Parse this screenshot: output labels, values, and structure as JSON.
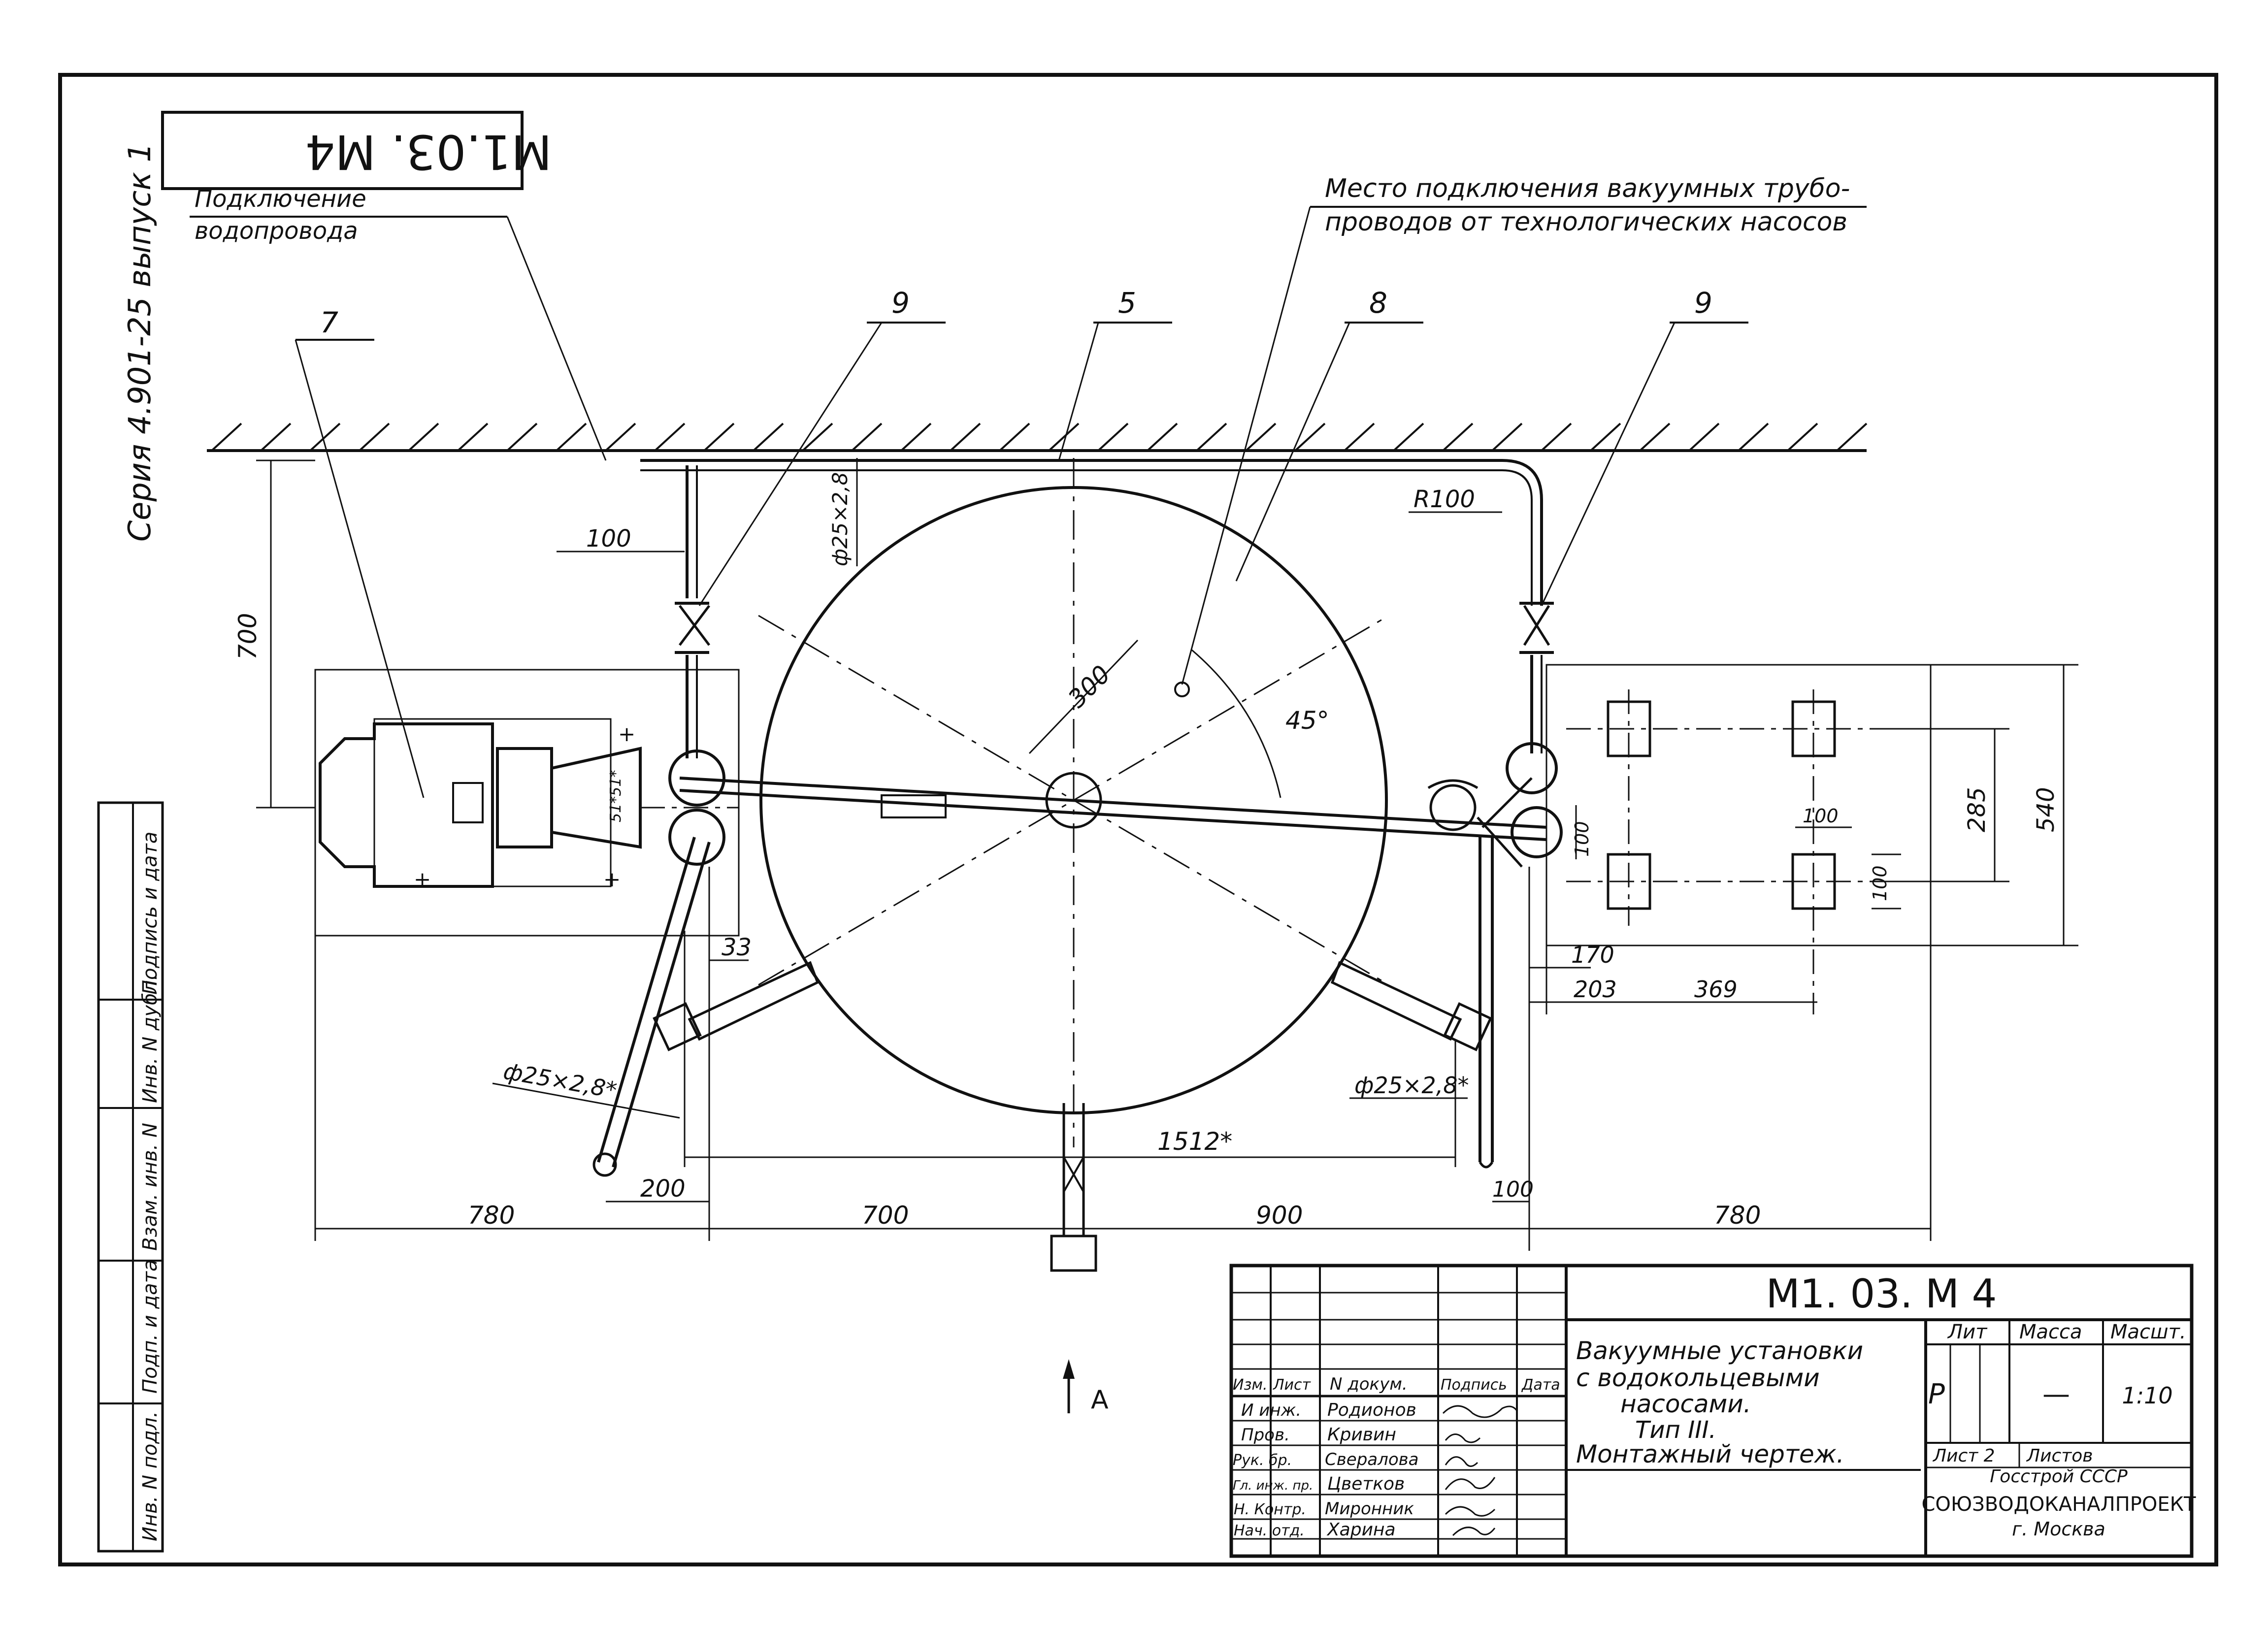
{
  "title_block": {
    "designation": "M1. 03. M 4",
    "stamp_top": "M1.03. M4",
    "description": [
      "Вакуумные установки",
      "с водокольцевыми",
      "насосами.",
      "Тип III.",
      "Монтажный чертеж."
    ],
    "headers": {
      "izm": "Изм.",
      "list": "Лист",
      "n_dokum": "N докум.",
      "podpis": "Подпись",
      "data": "Дата",
      "lit": "Лит",
      "massa": "Масса",
      "masht": "Масшт."
    },
    "rows": [
      {
        "role": "И инж.",
        "name": "Родионов"
      },
      {
        "role": "Пров.",
        "name": "Кривин"
      },
      {
        "role": "Рук. бр.",
        "name": "Свералова"
      },
      {
        "role": "Гл. инж. пр.",
        "name": "Цветков"
      },
      {
        "role": "Н. Контр.",
        "name": "Миронник"
      },
      {
        "role": "Нач. отд.",
        "name": "Харина"
      }
    ],
    "lit_value": "Р",
    "massa_value": "—",
    "scale_value": "1:10",
    "sheet_label": "Лист 2",
    "sheets_label": "Листов",
    "org_1": "Госстрой СССР",
    "org_2": "СОЮЗВОДОКАНАЛПРОЕКТ",
    "org_3": "г. Москва"
  },
  "side_column": {
    "series": "Серия 4.901-25 выпуск 1",
    "labels": [
      "Инв. N подл.",
      "Подп. и дата",
      "Взам. инв. N",
      "Инв. N дубл.",
      "Подпись и дата"
    ]
  },
  "annotations": {
    "water_supply": [
      "Подключение",
      "водопровода"
    ],
    "vacuum_connection": [
      "Место подключения вакуумных трубо-",
      "проводов от технологических насосов"
    ],
    "view_arrow": "А"
  },
  "callouts": [
    "7",
    "9",
    "5",
    "8",
    "9"
  ],
  "dimensions": {
    "d_700_vert": "700",
    "d_100_top": "100",
    "d_pipe_top": "ф25×2,8",
    "d_r100": "R100",
    "d_300": "300",
    "d_45": "45°",
    "d_33": "33",
    "d_pipe_left": "ф25×2,8*",
    "d_pipe_right": "ф25×2,8*",
    "d_1512": "1512*",
    "d_200": "200",
    "d_100_bot": "100",
    "d_780_left": "780",
    "d_700_bot": "700",
    "d_900_bot": "900",
    "d_780_right": "780",
    "d_170": "170",
    "d_203": "203",
    "d_369": "369",
    "d_100_pad_a": "100",
    "d_100_pad_b": "100",
    "d_100_pad_c": "100",
    "d_285": "285",
    "d_540": "540",
    "d_51": "51*51*"
  }
}
